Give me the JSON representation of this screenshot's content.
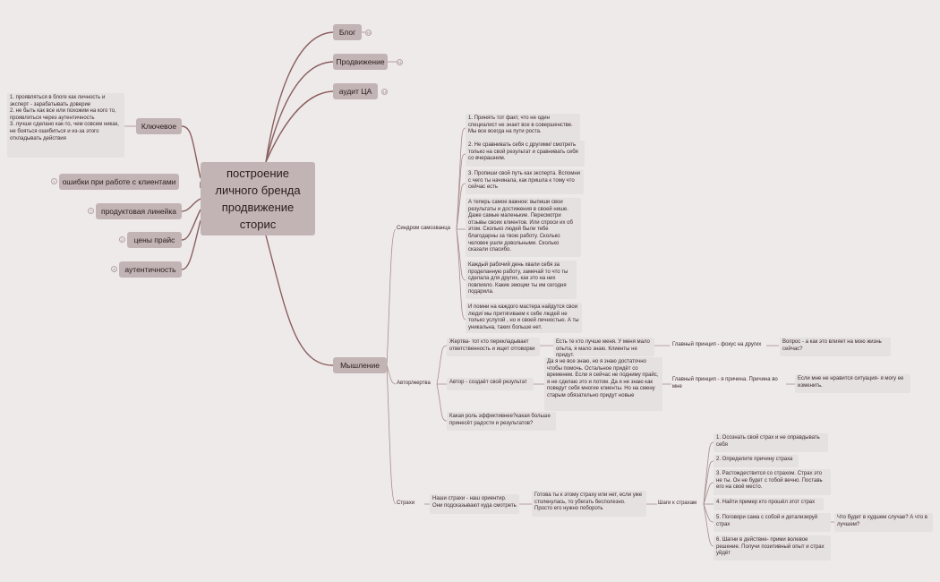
{
  "central": "построение\nличного бренда\nпродвижение\nсторис",
  "top_branches": {
    "blog": "Блог",
    "promo": "Продвижение",
    "audit": "аудит ЦА",
    "blog_count": "10",
    "promo_count": "11",
    "audit_count": "12"
  },
  "left_branches": {
    "key": "Ключевое",
    "key_note": "1. проявляться в блоге как личность и эксперт - зарабатывать доверие\n2. не быть как все или похожим на кого то, проявляться через аутентичность\n3. лучше сделано как-то, чем совсем никак, не бояться ошибиться и из-за этого откладывать действия",
    "errors": "ошибки при работе с клиентами",
    "errors_count": "1",
    "products": "продуктовая линейка",
    "products_count": "7",
    "prices": "цены прайс",
    "prices_count": "2",
    "auth": "аутентичность",
    "auth_count": "4"
  },
  "mindset": {
    "title": "Мышление",
    "impostor": {
      "label": "Синдром самозванца",
      "items": [
        "1. Принять тот факт, что не один специалист не знает все в совершенстве. Мы все всегда на пути роста.",
        "2. Не сравнивать себя с другими/ смотреть только на свой результат и сравнивать себя со вчерашним.",
        "3. Пропиши свой путь как эксперта. Вспомни с чего ты начинала, как пришла к тому что сейчас есть",
        "А теперь самое важное: выпиши свои результаты и достижения в своей нише. Даже самые маленькие. Пересмотри отзывы своих клиентов. Или спроси их об этом. Сколько людей были тебе благодарны за твою работу. Сколько человек ушли довольными. Сколько сказали спасибо.",
        "Каждый рабочий день хвали себя за проделанную работу, замечай то что ты сделала для других, как это на них повлияло. Какие эмоции ты им сегодня подарила.",
        "И помни на каждого мастера найдутся свои люди/ мы притягиваем к себе людей не только услугой , но и своей личностью. А ты уникальна, таких больше нет."
      ]
    },
    "author": {
      "label": "Автор/жертва",
      "victim": "Жертва- тот кто перекладывает ответственность и ищет отговорки",
      "victim_detail": "Есть те кто лучше меня. У меня мало опыта, я мало знаю. Клиенты не придут.",
      "victim_principle": "Главный принцип - фокус на других",
      "victim_question": "Вопрос - а как это влияет на мою жизнь сейчас?",
      "author_item": "Автор - создаёт свой результат",
      "author_detail": "Да я не все знаю, но я знаю достаточно чтобы помочь. Остальное придёт со временем. Если я сейчас не подниму прайс, я не сделаю это и потом. Да я не знаю как поведут себя многие клиенты. Но на смену старым обязательно придут новые",
      "author_principle": "Главный принцип - я причина. Причина во мне",
      "author_conclusion": "Если мне не нравится ситуация- я могу ее изменить.",
      "role_question": "Какая роль эффективнее?какая больше принесёт радости и результатов?"
    },
    "fears": {
      "label": "Страхи",
      "intro": "Наши страхи - наш ориентир. Они подсказывают куда смотреть",
      "ready": "Готова ты к этому страху или нет, если уже  столкнулась, то убегать бесполезно. Просто его нужно побороть",
      "steps_label": "Шаги к страхам",
      "steps": [
        "1. Осознать свой страх и не оправдывать себя",
        "2.  Определите причину страха",
        "3. Растождествится со страхом. Страх это не ты. Он не будет с тобой вечно. Поставь его на своё место.",
        "4. Найти пример кто прошёл этот страх",
        "5. Поговори сама с собой и детализируй страх",
        "6. Шагни в действие- прими  волевое решение.  Получи позитивный опыт и страх уйдёт"
      ],
      "worst_case": "Что будет в худшем случае? А что в лучшем?"
    }
  },
  "colors": {
    "background": "#efeaea",
    "node": "#c2b4b4",
    "card": "#e6e1e1",
    "line_main": "#8a5f5f",
    "line_sub": "#a78d8d"
  }
}
